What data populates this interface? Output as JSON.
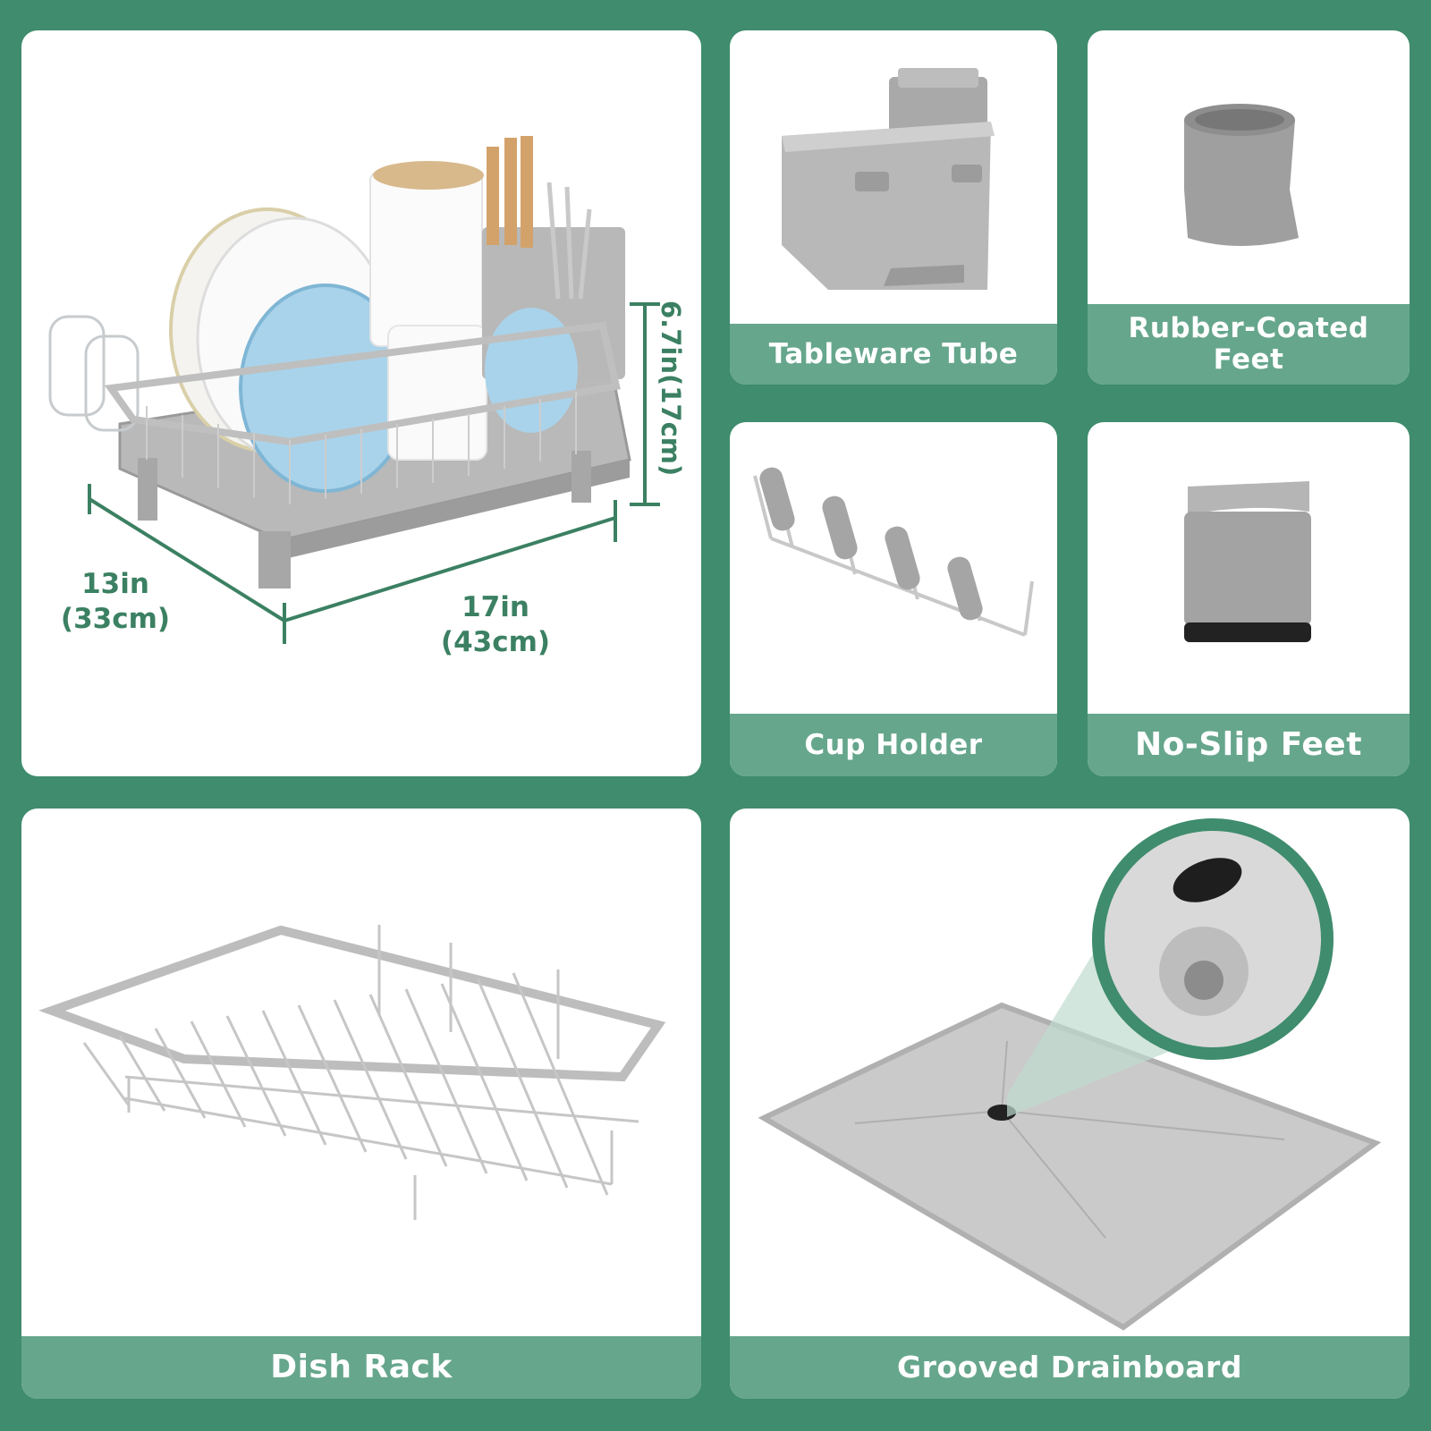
{
  "dimensions": {
    "depth": [
      "13in",
      "(33cm)"
    ],
    "width": [
      "17in",
      "(43cm)"
    ],
    "height": "6.7in(17cm)"
  },
  "features": [
    {
      "label": "Tableware Tube"
    },
    {
      "label": [
        "Rubber-Coated",
        "Feet"
      ]
    },
    {
      "label": "Cup Holder"
    },
    {
      "label": "No-Slip Feet"
    },
    {
      "label": "Dish Rack"
    },
    {
      "label": "Grooved Drainboard"
    }
  ],
  "colors": {
    "background": "#3f8c6e",
    "caption_bar": "#66a68d",
    "dimension_text": "#3b8062",
    "panel": "#ffffff"
  }
}
